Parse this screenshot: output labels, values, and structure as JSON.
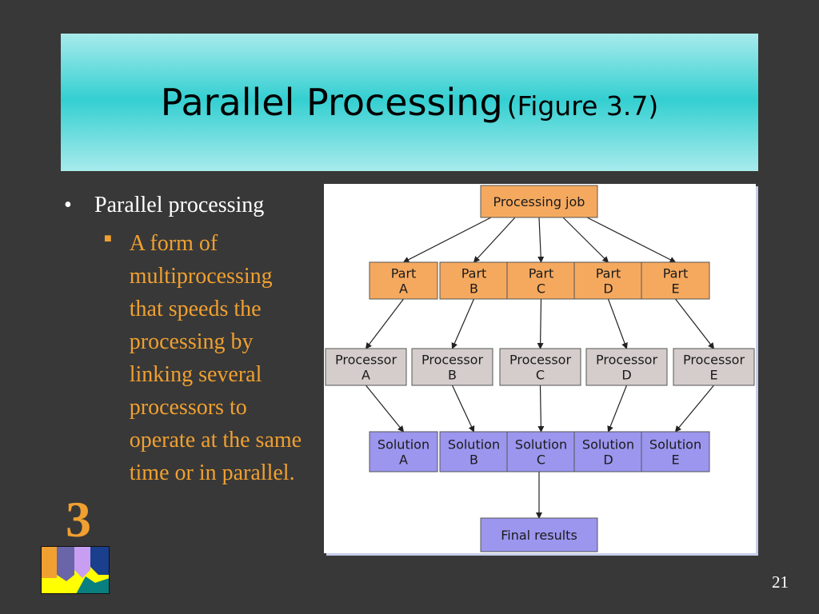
{
  "slide": {
    "title_main": "Parallel Processing",
    "title_sub": "(Figure 3.7)",
    "bullet_1": "Parallel processing",
    "bullet_2": "A form of multiprocessing that speeds the processing by linking several processors to operate at the same time or in parallel.",
    "chapter_number": "3",
    "page_number": "21"
  },
  "diagram": {
    "job": "Processing job",
    "parts": [
      {
        "l1": "Part",
        "l2": "A"
      },
      {
        "l1": "Part",
        "l2": "B"
      },
      {
        "l1": "Part",
        "l2": "C"
      },
      {
        "l1": "Part",
        "l2": "D"
      },
      {
        "l1": "Part",
        "l2": "E"
      }
    ],
    "processors": [
      {
        "l1": "Processor",
        "l2": "A"
      },
      {
        "l1": "Processor",
        "l2": "B"
      },
      {
        "l1": "Processor",
        "l2": "C"
      },
      {
        "l1": "Processor",
        "l2": "D"
      },
      {
        "l1": "Processor",
        "l2": "E"
      }
    ],
    "solutions": [
      {
        "l1": "Solution",
        "l2": "A"
      },
      {
        "l1": "Solution",
        "l2": "B"
      },
      {
        "l1": "Solution",
        "l2": "C"
      },
      {
        "l1": "Solution",
        "l2": "D"
      },
      {
        "l1": "Solution",
        "l2": "E"
      }
    ],
    "final": "Final results"
  },
  "colors": {
    "title_gradient_center": "#34cfd1",
    "title_gradient_edge": "#a8ebec",
    "slide_background": "#383838",
    "bullet_2_text": "#f0a030",
    "part_box": "#f5a95f",
    "processor_box": "#d4cdcb",
    "solution_box": "#9c96ef"
  }
}
